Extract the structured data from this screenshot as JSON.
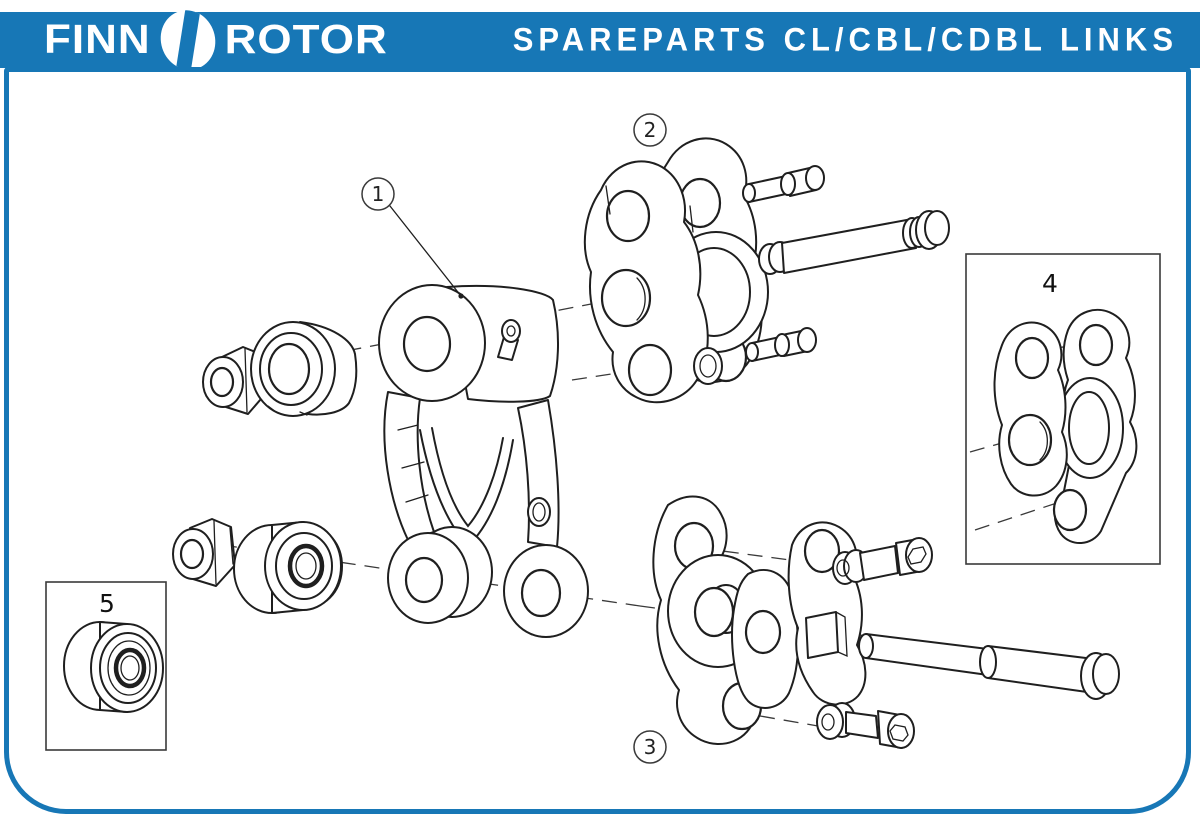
{
  "header": {
    "brand_first": "FINN",
    "brand_second": "ROTOR",
    "title": "SPAREPARTS CL/CBL/CDBL LINKS"
  },
  "colors": {
    "brand_blue": "#1777b6",
    "drawing_line": "#1f1f1f",
    "background": "#ffffff"
  },
  "diagram": {
    "type": "exploded-spare-parts-drawing",
    "callouts": {
      "c1": "1",
      "c2": "2",
      "c3": "3",
      "c4": "4",
      "c5": "5"
    }
  }
}
